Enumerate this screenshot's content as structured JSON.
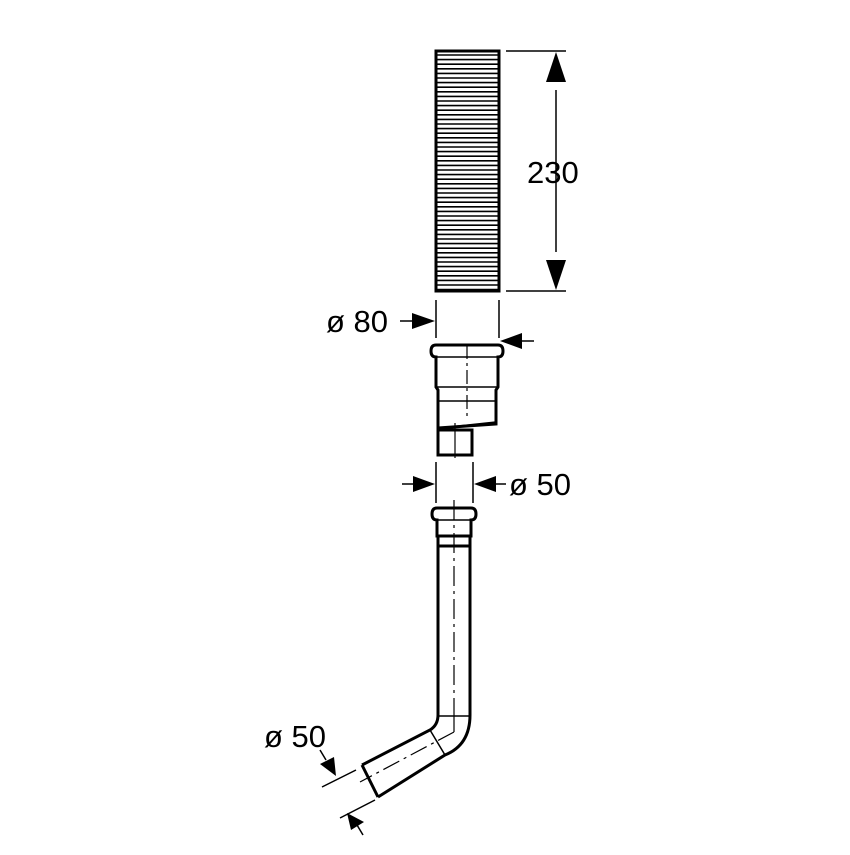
{
  "diagram": {
    "title": "Pipe connection set technical drawing",
    "colors": {
      "line": "#000000",
      "background": "#ffffff"
    },
    "dimensions": {
      "hose_length": {
        "label": "230"
      },
      "hose_diameter": {
        "label": "ø 80"
      },
      "adapter_outlet_diameter": {
        "label": "ø 50"
      },
      "bend_outlet_diameter": {
        "label": "ø 50"
      }
    },
    "parts": [
      {
        "name": "corrugated-flexible-hose"
      },
      {
        "name": "reducer-adapter"
      },
      {
        "name": "bent-drain-pipe"
      }
    ]
  }
}
